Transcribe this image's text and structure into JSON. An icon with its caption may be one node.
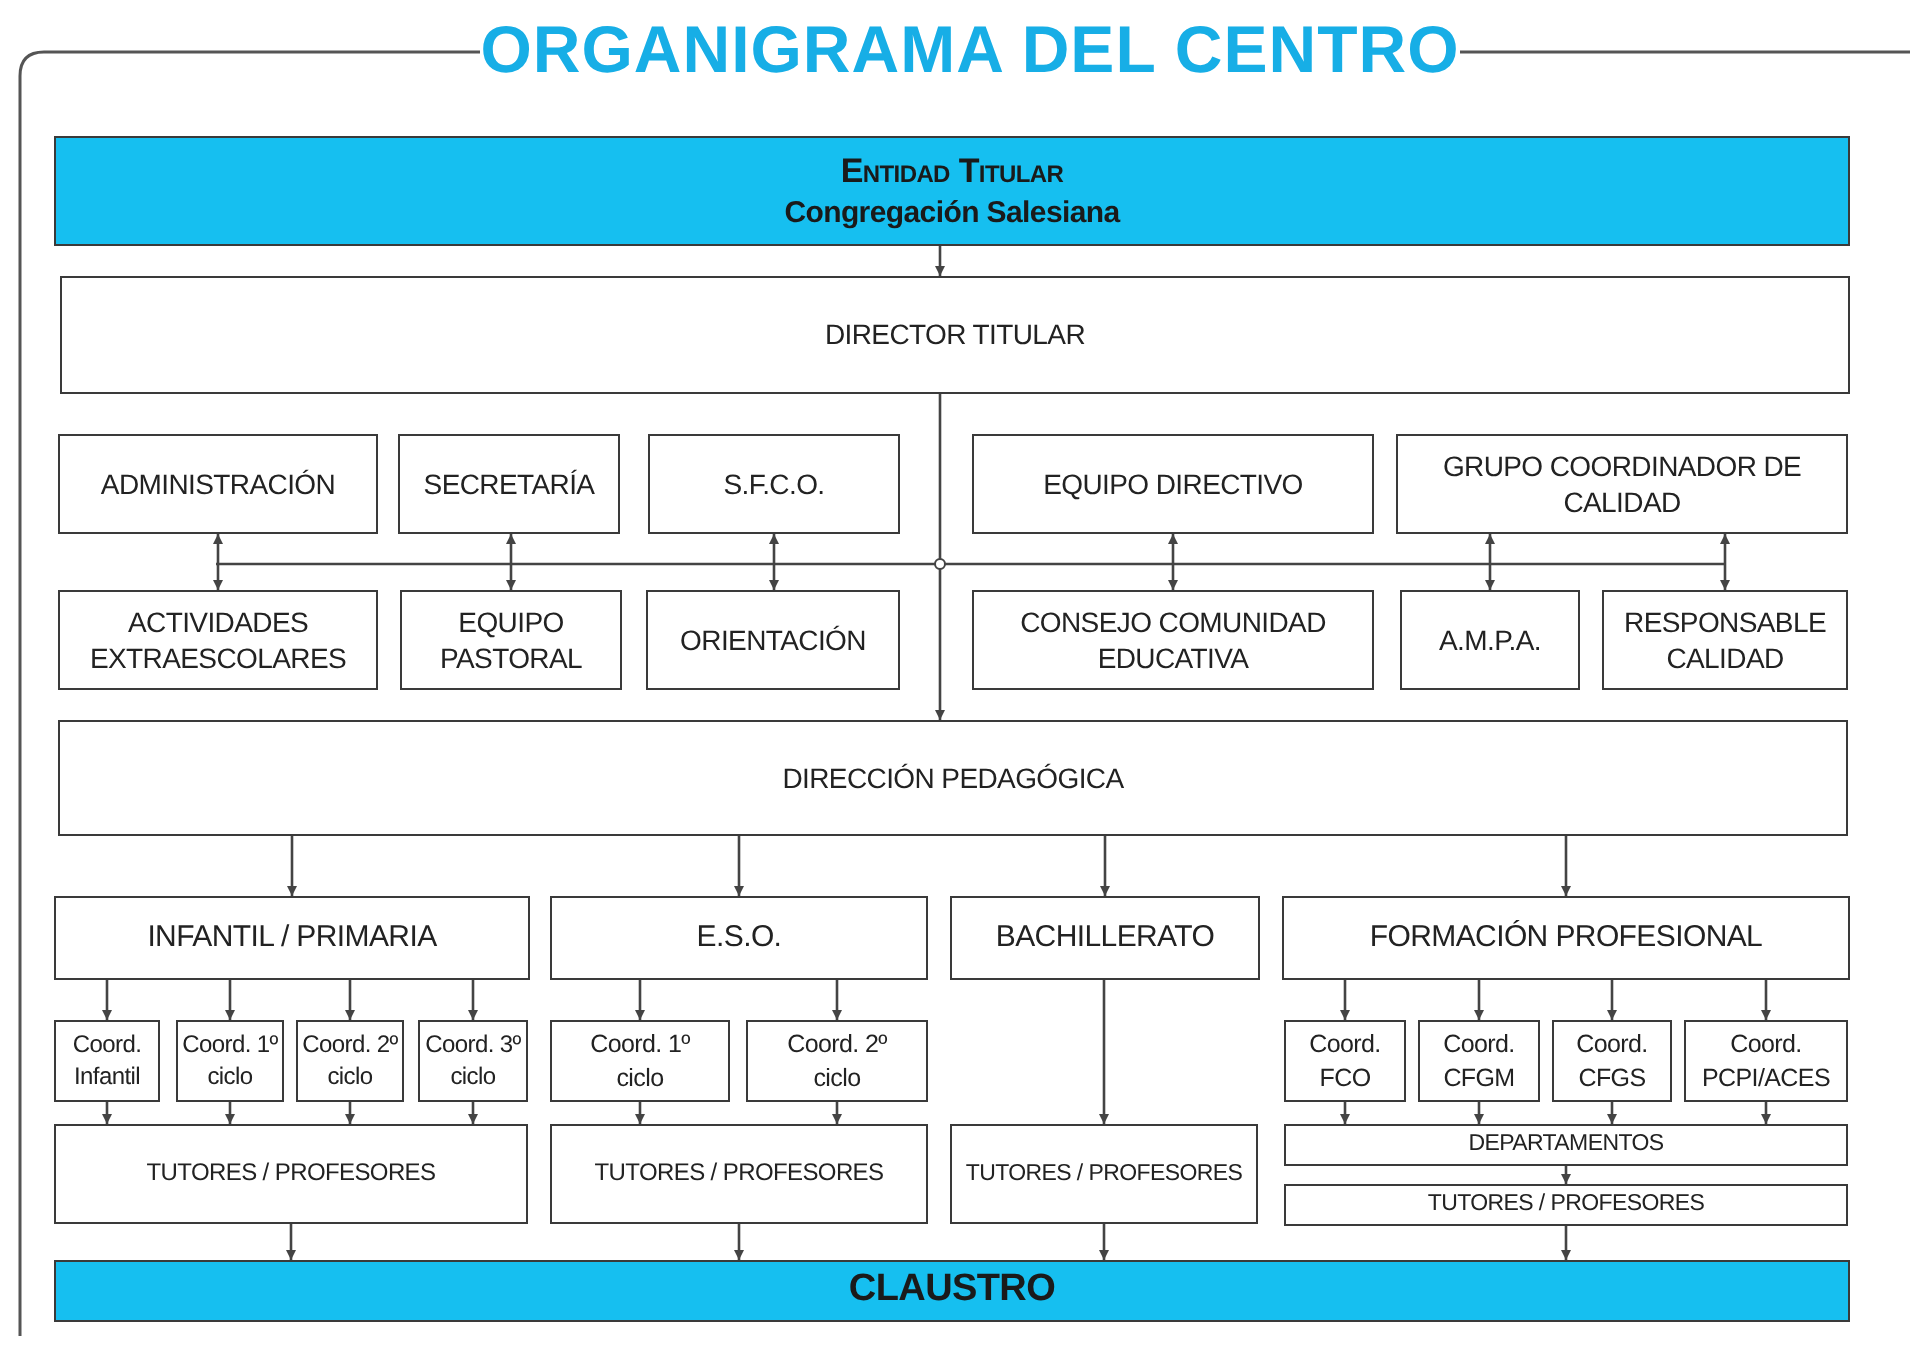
{
  "diagram": {
    "title": "ORGANIGRAMA DEL CENTRO",
    "nodes": [
      {
        "text": [
          "Entidad Titular",
          "Congregación Salesiana"
        ]
      },
      {
        "text": [
          "DIRECTOR TITULAR"
        ]
      },
      {
        "text": [
          "ADMINISTRACIÓN"
        ]
      },
      {
        "text": [
          "SECRETARÍA"
        ]
      },
      {
        "text": [
          "S.F.C.O."
        ]
      },
      {
        "text": [
          "EQUIPO DIRECTIVO"
        ]
      },
      {
        "text": [
          "GRUPO COORDINADOR DE CALIDAD"
        ]
      },
      {
        "text": [
          "ACTIVIDADES EXTRAESCOLARES"
        ]
      },
      {
        "text": [
          "EQUIPO PASTORAL"
        ]
      },
      {
        "text": [
          "ORIENTACIÓN"
        ]
      },
      {
        "text": [
          "CONSEJO COMUNIDAD EDUCATIVA"
        ]
      },
      {
        "text": [
          "A.M.P.A."
        ]
      },
      {
        "text": [
          "RESPONSABLE CALIDAD"
        ]
      },
      {
        "text": [
          "DIRECCIÓN PEDAGÓGICA"
        ]
      },
      {
        "text": [
          "INFANTIL / PRIMARIA"
        ]
      },
      {
        "text": [
          "E.S.O."
        ]
      },
      {
        "text": [
          "BACHILLERATO"
        ]
      },
      {
        "text": [
          "FORMACIÓN PROFESIONAL"
        ]
      },
      {
        "text": [
          "Coord. Infantil"
        ]
      },
      {
        "text": [
          "Coord. 1º ciclo"
        ]
      },
      {
        "text": [
          "Coord. 2º ciclo"
        ]
      },
      {
        "text": [
          "Coord. 3º ciclo"
        ]
      },
      {
        "text": [
          "Coord. 1º ciclo"
        ]
      },
      {
        "text": [
          "Coord. 2º ciclo"
        ]
      },
      {
        "text": [
          "Coord. FCO"
        ]
      },
      {
        "text": [
          "Coord. CFGM"
        ]
      },
      {
        "text": [
          "Coord. CFGS"
        ]
      },
      {
        "text": [
          "Coord. PCPI/ACES"
        ]
      },
      {
        "text": [
          "TUTORES / PROFESORES"
        ]
      },
      {
        "text": [
          "TUTORES / PROFESORES"
        ]
      },
      {
        "text": [
          "TUTORES / PROFESORES"
        ]
      },
      {
        "text": [
          "DEPARTAMENTOS"
        ]
      },
      {
        "text": [
          "TUTORES / PROFESORES"
        ]
      },
      {
        "text": [
          "CLAUSTRO"
        ]
      }
    ],
    "edges": [
      {
        "from": 0,
        "to": 1,
        "arrow": "to"
      },
      {
        "from": 2,
        "to": 7,
        "arrow": "both"
      },
      {
        "from": 3,
        "to": 8,
        "arrow": "both"
      },
      {
        "from": 4,
        "to": 9,
        "arrow": "both"
      },
      {
        "from": 5,
        "to": 10,
        "arrow": "both"
      },
      {
        "from": 6,
        "to": 11,
        "arrow": "both"
      },
      {
        "from": 6,
        "to": 12,
        "arrow": "both"
      },
      {
        "from": 1,
        "to": 13,
        "arrow": "to"
      },
      {
        "from": 13,
        "to": 14,
        "arrow": "to"
      },
      {
        "from": 13,
        "to": 15,
        "arrow": "to"
      },
      {
        "from": 13,
        "to": 16,
        "arrow": "to"
      },
      {
        "from": 13,
        "to": 17,
        "arrow": "to"
      },
      {
        "from": 14,
        "to": 18,
        "arrow": "to"
      },
      {
        "from": 14,
        "to": 19,
        "arrow": "to"
      },
      {
        "from": 14,
        "to": 20,
        "arrow": "to"
      },
      {
        "from": 14,
        "to": 21,
        "arrow": "to"
      },
      {
        "from": 15,
        "to": 22,
        "arrow": "to"
      },
      {
        "from": 15,
        "to": 23,
        "arrow": "to"
      },
      {
        "from": 17,
        "to": 24,
        "arrow": "to"
      },
      {
        "from": 17,
        "to": 25,
        "arrow": "to"
      },
      {
        "from": 17,
        "to": 26,
        "arrow": "to"
      },
      {
        "from": 17,
        "to": 27,
        "arrow": "to"
      },
      {
        "from": 18,
        "to": 28,
        "arrow": "to"
      },
      {
        "from": 19,
        "to": 28,
        "arrow": "to"
      },
      {
        "from": 20,
        "to": 28,
        "arrow": "to"
      },
      {
        "from": 21,
        "to": 28,
        "arrow": "to"
      },
      {
        "from": 22,
        "to": 29,
        "arrow": "to"
      },
      {
        "from": 23,
        "to": 29,
        "arrow": "to"
      },
      {
        "from": 16,
        "to": 30,
        "arrow": "to"
      },
      {
        "from": 24,
        "to": 31,
        "arrow": "to"
      },
      {
        "from": 25,
        "to": 31,
        "arrow": "to"
      },
      {
        "from": 26,
        "to": 31,
        "arrow": "to"
      },
      {
        "from": 27,
        "to": 31,
        "arrow": "to"
      },
      {
        "from": 31,
        "to": 32,
        "arrow": "to"
      },
      {
        "from": 28,
        "to": 33,
        "arrow": "to"
      },
      {
        "from": 29,
        "to": 33,
        "arrow": "to"
      },
      {
        "from": 30,
        "to": 33,
        "arrow": "to"
      },
      {
        "from": 32,
        "to": 33,
        "arrow": "to"
      }
    ]
  }
}
